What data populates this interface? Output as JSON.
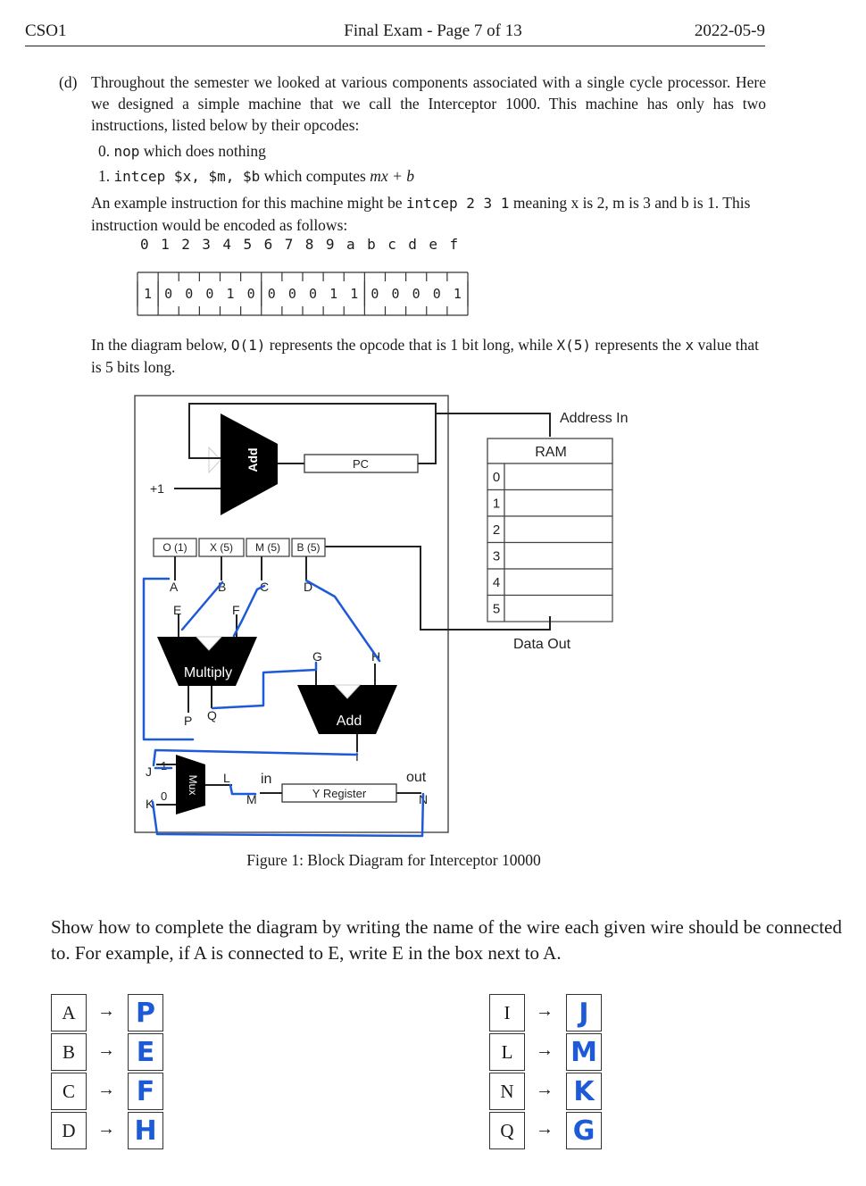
{
  "header": {
    "left": "CSO1",
    "center": "Final Exam - Page 7 of 13",
    "right": "2022-05-9"
  },
  "question": {
    "label": "(d)",
    "intro": "Throughout the semester we looked at various components associated with a single cycle processor. Here we designed a simple machine that we call the Interceptor 1000. This machine has only has two instructions, listed below by their opcodes:",
    "items": [
      {
        "num": "0.",
        "code": "nop",
        "text": "which does nothing"
      },
      {
        "num": "1.",
        "code": "intcep $x, $m, $b",
        "text": "which computes",
        "math": "mx + b"
      }
    ],
    "example_pre": "An example instruction for this machine might be",
    "example_code": "intcep 2 3 1",
    "example_post": "meaning x is 2, m is 3 and b is 1. This instruction would be encoded as follows:",
    "bit_positions": [
      "0",
      "1",
      "2",
      "3",
      "4",
      "5",
      "6",
      "7",
      "8",
      "9",
      "a",
      "b",
      "c",
      "d",
      "e",
      "f"
    ],
    "bit_values": [
      "1",
      "0",
      "0",
      "0",
      "1",
      "0",
      "0",
      "0",
      "0",
      "1",
      "1",
      "0",
      "0",
      "0",
      "0",
      "1"
    ],
    "diagram_pre": "In the diagram below,",
    "diagram_code1": "O(1)",
    "diagram_mid": "represents the opcode that is 1 bit long, while",
    "diagram_code2": "X(5)",
    "diagram_mid2": "represents the",
    "diagram_code3": "x",
    "diagram_post": "value that is 5 bits long."
  },
  "figure": {
    "caption": "Figure 1: Block Diagram for Interceptor 10000",
    "add_top_label": "Add",
    "plus_one": "+1",
    "pc_label": "PC",
    "address_in": "Address In",
    "ram_label": "RAM",
    "ram_rows": [
      "0",
      "1",
      "2",
      "3",
      "4",
      "5"
    ],
    "data_out": "Data Out",
    "fields": [
      "O (1)",
      "X (5)",
      "M (5)",
      "B (5)"
    ],
    "wire_letters": {
      "A": "A",
      "B": "B",
      "C": "C",
      "D": "D",
      "E": "E",
      "F": "F",
      "G": "G",
      "H": "H",
      "I": "I",
      "J": "J",
      "K": "K",
      "L": "L",
      "M": "M",
      "N": "N",
      "P": "P",
      "Q": "Q"
    },
    "multiply_label": "Multiply",
    "add_bottom_label": "Add",
    "mux_label": "Mux",
    "mux_in1": "1",
    "mux_in0": "0",
    "in_label": "in",
    "out_label": "out",
    "yreg_label": "Y Register",
    "annotation_color": "#1c5ad8"
  },
  "instructions": "Show how to complete the diagram by writing the name of the wire each given wire should be connected to. For example, if A is connected to E, write E in the box next to A.",
  "answers_left": [
    {
      "label": "A",
      "arrow": "→",
      "answer": "P"
    },
    {
      "label": "B",
      "arrow": "→",
      "answer": "E"
    },
    {
      "label": "C",
      "arrow": "→",
      "answer": "F"
    },
    {
      "label": "D",
      "arrow": "→",
      "answer": "H"
    }
  ],
  "answers_right": [
    {
      "label": "I",
      "arrow": "→",
      "answer": "J"
    },
    {
      "label": "L",
      "arrow": "→",
      "answer": "M"
    },
    {
      "label": "N",
      "arrow": "→",
      "answer": "K"
    },
    {
      "label": "Q",
      "arrow": "→",
      "answer": "G"
    }
  ]
}
